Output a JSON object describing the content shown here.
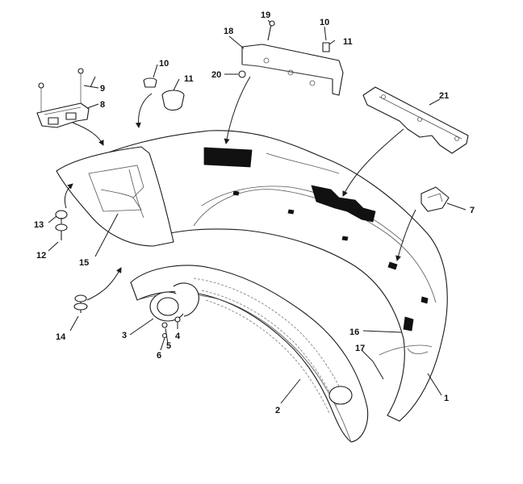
{
  "callouts": {
    "c1": "1",
    "c2": "2",
    "c3": "3",
    "c4": "4",
    "c5": "5",
    "c6": "6",
    "c7": "7",
    "c8": "8",
    "c9": "9",
    "c10a": "10",
    "c10b": "10",
    "c11a": "11",
    "c11b": "11",
    "c12": "12",
    "c13": "13",
    "c14": "14",
    "c15": "15",
    "c16": "16",
    "c17": "17",
    "c18": "18",
    "c19": "19",
    "c20": "20",
    "c21": "21"
  }
}
